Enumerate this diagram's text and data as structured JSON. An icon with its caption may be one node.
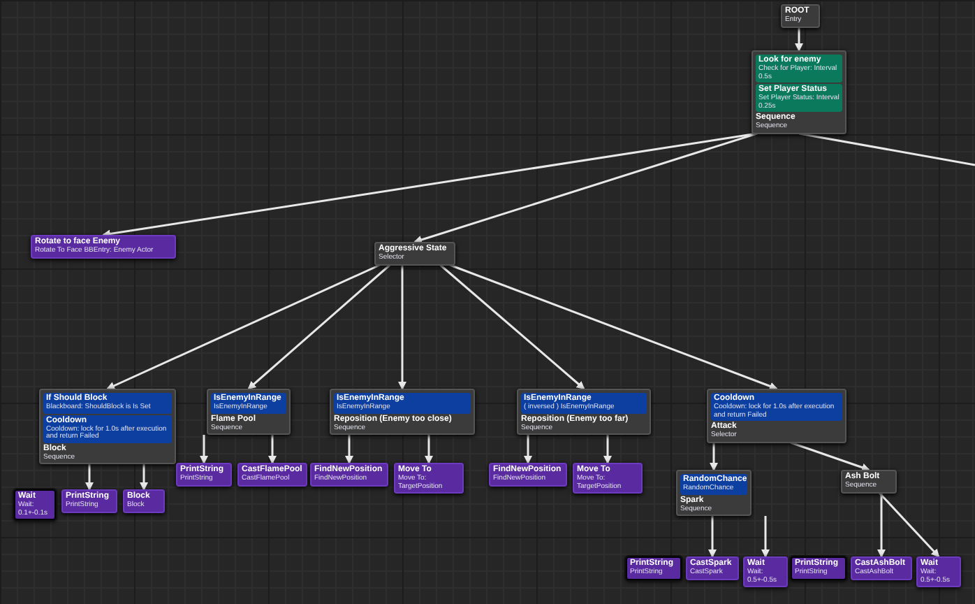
{
  "diagram": {
    "nodes": [
      {
        "text": [
          "ROOT",
          "Entry"
        ]
      },
      {
        "text": [
          "Sequence",
          "Sequence"
        ]
      },
      {
        "text": [
          "Look for enemy",
          "Check for Player: Interval 0.5s"
        ],
        "in": 1
      },
      {
        "text": [
          "Set Player Status",
          "Set Player Status: Interval 0.25s"
        ],
        "in": 1
      },
      {
        "text": [
          "Rotate to face Enemy",
          "Rotate To Face BBEntry: Enemy Actor"
        ]
      },
      {
        "text": [
          "Aggressive State",
          "Selector"
        ]
      },
      {
        "text": [
          "Block",
          "Sequence"
        ]
      },
      {
        "text": [
          "If Should Block",
          "Blackboard: ShouldBlock is Is Set"
        ],
        "in": 6
      },
      {
        "text": [
          "Cooldown",
          "Cooldown: lock for 1.0s after execution and return Failed"
        ],
        "in": 6
      },
      {
        "text": [
          "Flame Pool",
          "Sequence"
        ]
      },
      {
        "text": [
          "IsEnemyInRange",
          "IsEnemyInRange"
        ],
        "in": 9
      },
      {
        "text": [
          "Reposition (Enemy too close)",
          "Sequence"
        ]
      },
      {
        "text": [
          "IsEnemyInRange",
          "IsEnemyInRange"
        ],
        "in": 11
      },
      {
        "text": [
          "Reposition (Enemy too far)",
          "Sequence"
        ]
      },
      {
        "text": [
          "IsEnemyInRange",
          "( inversed ) IsEnemyInRange"
        ],
        "in": 13
      },
      {
        "text": [
          "Attack",
          "Selector"
        ]
      },
      {
        "text": [
          "Cooldown",
          "Cooldown: lock for 1.0s after execution and return Failed"
        ],
        "in": 15
      },
      {
        "text": [
          "Wait",
          "Wait: 0.1+-0.1s"
        ]
      },
      {
        "text": [
          "PrintString",
          "PrintString"
        ]
      },
      {
        "text": [
          "Block",
          "Block"
        ]
      },
      {
        "text": [
          "PrintString",
          "PrintString"
        ]
      },
      {
        "text": [
          "CastFlamePool",
          "CastFlamePool"
        ]
      },
      {
        "text": [
          "FindNewPosition",
          "FindNewPosition"
        ]
      },
      {
        "text": [
          "Move To",
          "Move To: TargetPosition"
        ]
      },
      {
        "text": [
          "FindNewPosition",
          "FindNewPosition"
        ]
      },
      {
        "text": [
          "Move To",
          "Move To: TargetPosition"
        ]
      },
      {
        "text": [
          "Spark",
          "Sequence"
        ]
      },
      {
        "text": [
          "RandomChance",
          "RandomChance"
        ],
        "in": 26
      },
      {
        "text": [
          "Ash Bolt",
          "Sequence"
        ]
      },
      {
        "text": [
          "PrintString",
          "PrintString"
        ]
      },
      {
        "text": [
          "CastSpark",
          "CastSpark"
        ]
      },
      {
        "text": [
          "Wait",
          "Wait: 0.5+-0.5s"
        ]
      },
      {
        "text": [
          "PrintString",
          "PrintString"
        ]
      },
      {
        "text": [
          "CastAshBolt",
          "CastAshBolt"
        ]
      },
      {
        "text": [
          "Wait",
          "Wait: 0.5+-0.5s"
        ]
      }
    ],
    "edges": [
      {
        "from": 0,
        "to": 1,
        "arrow": "to"
      },
      {
        "from": 1,
        "to": 4,
        "arrow": "to"
      },
      {
        "from": 1,
        "to": 5,
        "arrow": "to"
      },
      {
        "from": 1,
        "to": null,
        "arrow": "none"
      },
      {
        "from": 5,
        "to": 6,
        "arrow": "to"
      },
      {
        "from": 5,
        "to": 9,
        "arrow": "to"
      },
      {
        "from": 5,
        "to": 11,
        "arrow": "to"
      },
      {
        "from": 5,
        "to": 13,
        "arrow": "to"
      },
      {
        "from": 5,
        "to": 15,
        "arrow": "to"
      },
      {
        "from": 6,
        "to": 18,
        "arrow": "to"
      },
      {
        "from": 6,
        "to": 19,
        "arrow": "to"
      },
      {
        "from": 9,
        "to": 20,
        "arrow": "to"
      },
      {
        "from": 9,
        "to": 21,
        "arrow": "to"
      },
      {
        "from": 11,
        "to": 22,
        "arrow": "to"
      },
      {
        "from": 11,
        "to": 23,
        "arrow": "to"
      },
      {
        "from": 13,
        "to": 24,
        "arrow": "to"
      },
      {
        "from": 13,
        "to": 25,
        "arrow": "to"
      },
      {
        "from": 15,
        "to": 26,
        "arrow": "to"
      },
      {
        "from": 15,
        "to": 28,
        "arrow": "to"
      },
      {
        "from": 26,
        "to": 30,
        "arrow": "to"
      },
      {
        "from": 26,
        "to": 31,
        "arrow": "to"
      },
      {
        "from": 28,
        "to": 33,
        "arrow": "to"
      },
      {
        "from": 28,
        "to": 34,
        "arrow": "to"
      }
    ]
  }
}
